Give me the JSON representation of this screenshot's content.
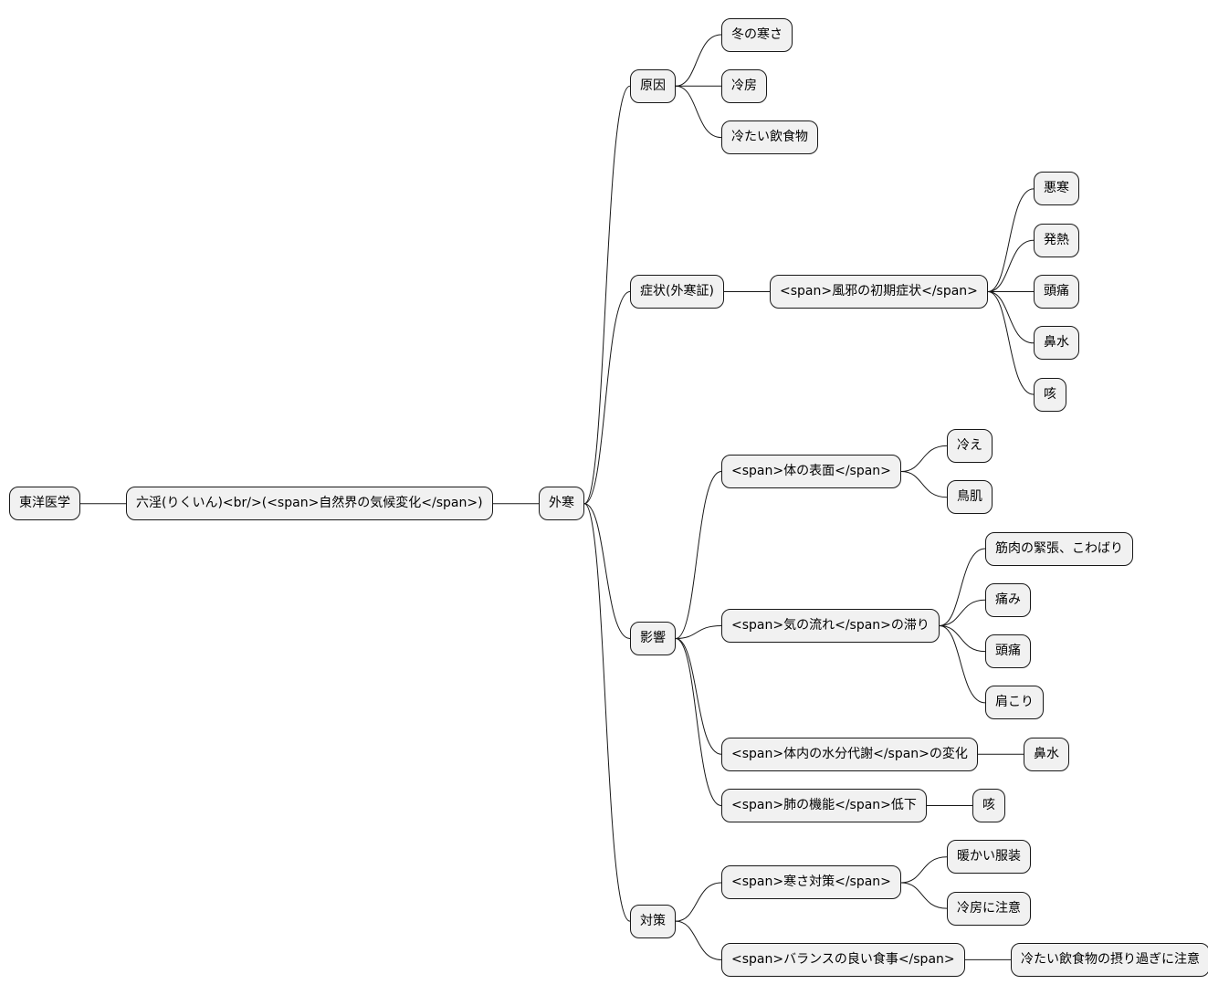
{
  "mindmap": {
    "root": {
      "label": "東洋医学",
      "children": [
        {
          "label": "六淫(りくいん)<br/>(<span>自然界の気候変化</span>)",
          "children": [
            {
              "label": "外寒",
              "children": [
                {
                  "label": "原因",
                  "children": [
                    {
                      "label": "冬の寒さ"
                    },
                    {
                      "label": "冷房"
                    },
                    {
                      "label": "冷たい飲食物"
                    }
                  ]
                },
                {
                  "label": "症状(外寒証)",
                  "children": [
                    {
                      "label": "<span>風邪の初期症状</span>",
                      "children": [
                        {
                          "label": "悪寒"
                        },
                        {
                          "label": "発熱"
                        },
                        {
                          "label": "頭痛"
                        },
                        {
                          "label": "鼻水"
                        },
                        {
                          "label": "咳"
                        }
                      ]
                    }
                  ]
                },
                {
                  "label": "影響",
                  "children": [
                    {
                      "label": "<span>体の表面</span>",
                      "children": [
                        {
                          "label": "冷え"
                        },
                        {
                          "label": "鳥肌"
                        }
                      ]
                    },
                    {
                      "label": "<span>気の流れ</span>の滞り",
                      "children": [
                        {
                          "label": "筋肉の緊張、こわばり"
                        },
                        {
                          "label": "痛み"
                        },
                        {
                          "label": "頭痛"
                        },
                        {
                          "label": "肩こり"
                        }
                      ]
                    },
                    {
                      "label": "<span>体内の水分代謝</span>の変化",
                      "children": [
                        {
                          "label": "鼻水"
                        }
                      ]
                    },
                    {
                      "label": "<span>肺の機能</span>低下",
                      "children": [
                        {
                          "label": "咳"
                        }
                      ]
                    }
                  ]
                },
                {
                  "label": "対策",
                  "children": [
                    {
                      "label": "<span>寒さ対策</span>",
                      "children": [
                        {
                          "label": "暖かい服装"
                        },
                        {
                          "label": "冷房に注意"
                        }
                      ]
                    },
                    {
                      "label": "<span>バランスの良い食事</span>",
                      "children": [
                        {
                          "label": "冷たい飲食物の摂り過ぎに注意"
                        }
                      ]
                    }
                  ]
                }
              ]
            }
          ]
        }
      ]
    }
  }
}
